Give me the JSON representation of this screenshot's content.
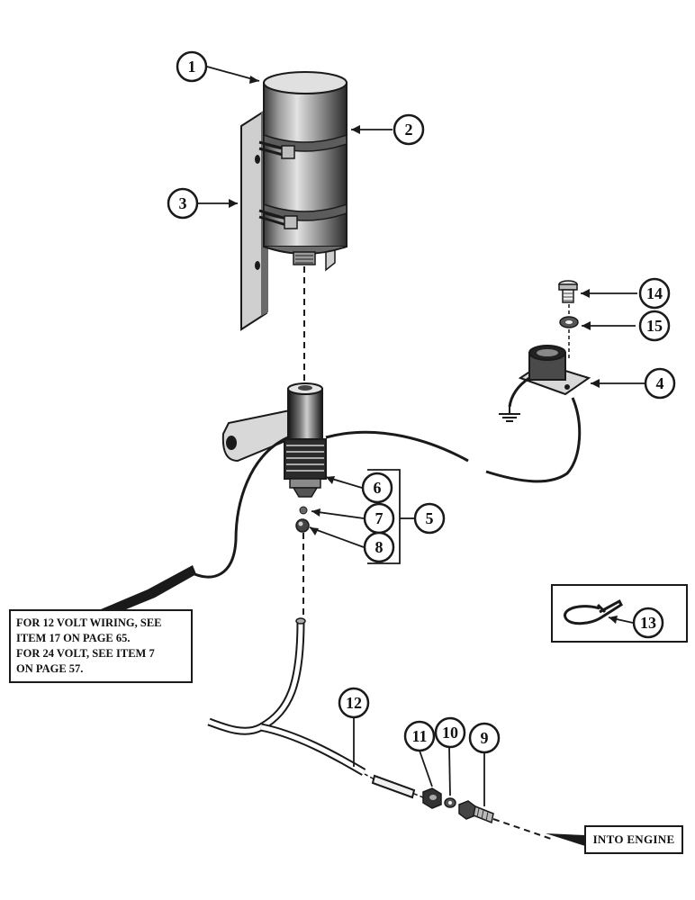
{
  "callouts": [
    "1",
    "2",
    "3",
    "4",
    "5",
    "6",
    "7",
    "8",
    "9",
    "10",
    "11",
    "12",
    "13",
    "14",
    "15"
  ],
  "note": {
    "lines": [
      "FOR 12 VOLT WIRING, SEE",
      "ITEM 17 ON PAGE 65.",
      "FOR 24 VOLT, SEE ITEM 7",
      "ON PAGE 57."
    ]
  },
  "engine_label": "INTO ENGINE"
}
